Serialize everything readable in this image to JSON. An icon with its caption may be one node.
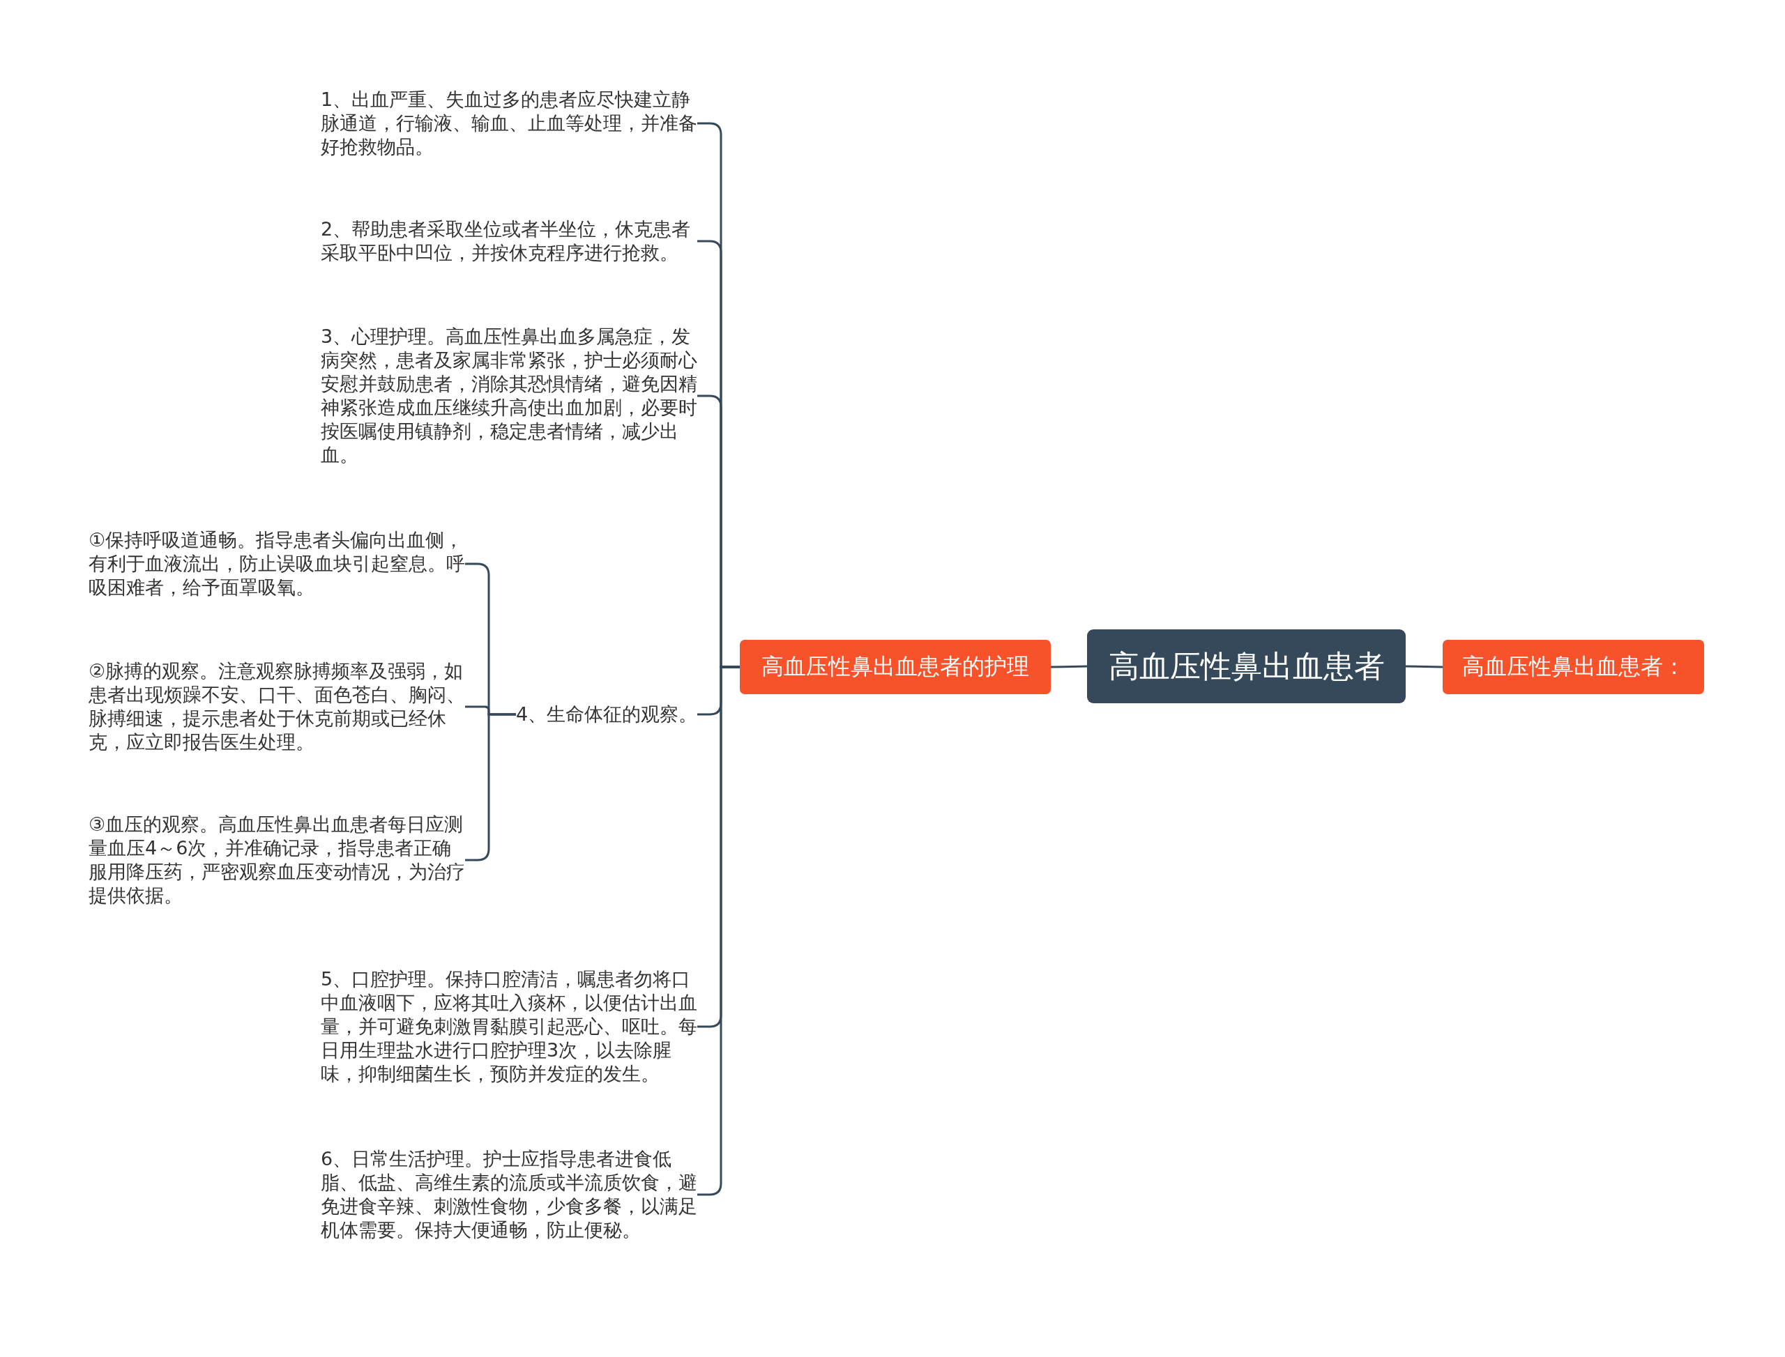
{
  "diagram": {
    "nodes": [
      {
        "text": [
          "高血压性鼻出血患者"
        ]
      },
      {
        "text": [
          "高血压性鼻出血患者的护理"
        ]
      },
      {
        "text": [
          "1、出血严重、失血过多的患者应尽快建立静脉通道，行输液、输血、止血等处理，并准备好抢救物品。"
        ]
      },
      {
        "text": [
          "2、帮助患者采取坐位或者半坐位，休克患者采取平卧中凹位，并按休克程序进行抢救。"
        ]
      },
      {
        "text": [
          "3、心理护理。高血压性鼻出血多属急症，发病突然，患者及家属非常紧张，护士必须耐心安慰并鼓励患者，消除其恐惧情绪，避免因精神紧张造成血压继续升高使出血加剧，必要时按医嘱使用镇静剂，稳定患者情绪，减少出血。"
        ]
      },
      {
        "text": [
          "4、生命体征的观察。"
        ]
      },
      {
        "text": [
          "①保持呼吸道通畅。指导患者头偏向出血侧，有利于血液流出，防止误吸血块引起窒息。呼吸困难者，给予面罩吸氧。"
        ]
      },
      {
        "text": [
          "②脉搏的观察。注意观察脉搏频率及强弱，如患者出现烦躁不安、口干、面色苍白、胸闷、脉搏细速，提示患者处于休克前期或已经休克，应立即报告医生处理。"
        ]
      },
      {
        "text": [
          "③血压的观察。高血压性鼻出血患者每日应测量血压4～6次，并准确记录，指导患者正确服用降压药，严密观察血压变动情况，为治疗提供依据。"
        ]
      },
      {
        "text": [
          "5、口腔护理。保持口腔清洁，嘱患者勿将口中血液咽下，应将其吐入痰杯，以便估计出血量，并可避免刺激胃黏膜引起恶心、呕吐。每日用生理盐水进行口腔护理3次，以去除腥味，抑制细菌生长，预防并发症的发生。"
        ]
      },
      {
        "text": [
          "6、日常生活护理。护士应指导患者进食低脂、低盐、高维生素的流质或半流质饮食，避免进食辛辣、刺激性食物，少食多餐，以满足机体需要。保持大便通畅，防止便秘。"
        ]
      },
      {
        "text": [
          "高血压性鼻出血患者："
        ]
      }
    ],
    "edges": [
      {
        "from": 0,
        "to": 1,
        "arrow": "none"
      },
      {
        "from": 0,
        "to": 11,
        "arrow": "none"
      },
      {
        "from": 1,
        "to": 2,
        "arrow": "none"
      },
      {
        "from": 1,
        "to": 3,
        "arrow": "none"
      },
      {
        "from": 1,
        "to": 4,
        "arrow": "none"
      },
      {
        "from": 1,
        "to": 5,
        "arrow": "none"
      },
      {
        "from": 1,
        "to": 9,
        "arrow": "none"
      },
      {
        "from": 1,
        "to": 10,
        "arrow": "none"
      },
      {
        "from": 5,
        "to": 6,
        "arrow": "none"
      },
      {
        "from": 5,
        "to": 7,
        "arrow": "none"
      },
      {
        "from": 5,
        "to": 8,
        "arrow": "none"
      }
    ]
  }
}
